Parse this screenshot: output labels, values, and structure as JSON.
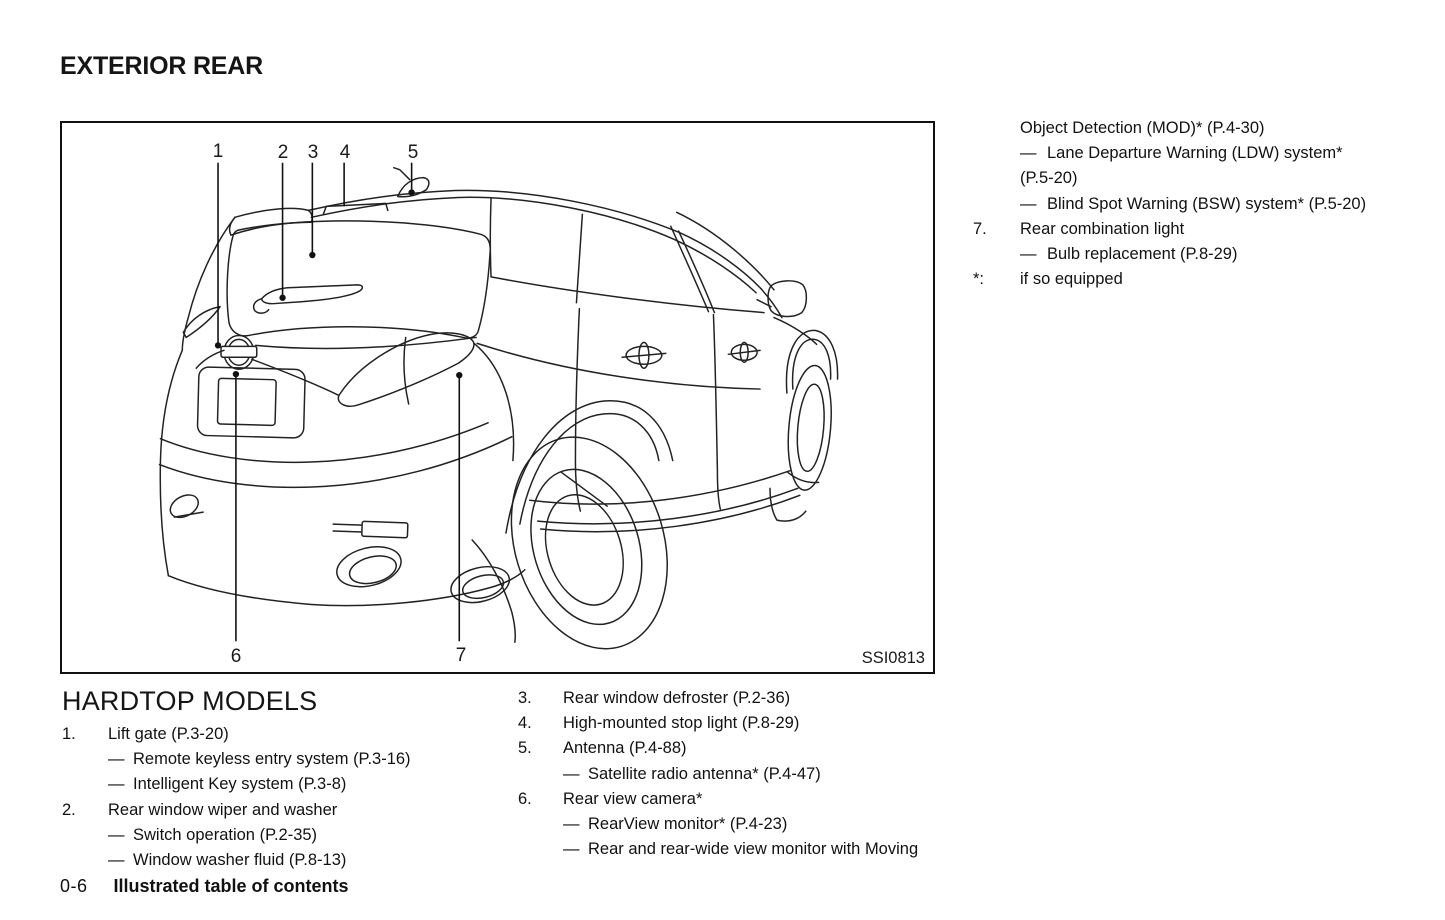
{
  "title": "EXTERIOR REAR",
  "diagram": {
    "figure_id": "SSI0813",
    "callouts": [
      {
        "label": "1"
      },
      {
        "label": "2"
      },
      {
        "label": "3"
      },
      {
        "label": "4"
      },
      {
        "label": "5"
      },
      {
        "label": "6"
      },
      {
        "label": "7"
      }
    ]
  },
  "right_column": {
    "lines": [
      {
        "marker": "",
        "text": "Object Detection (MOD)* (P.4-30)"
      },
      {
        "marker": "—",
        "text": "Lane Departure Warning (LDW) system*"
      },
      {
        "marker": "",
        "text": "(P.5-20)"
      },
      {
        "marker": "—",
        "text": "Blind Spot Warning (BSW) system* (P.5-20)"
      },
      {
        "marker": "7.",
        "text": "Rear combination light"
      },
      {
        "marker": "—",
        "text": "Bulb replacement (P.8-29)"
      },
      {
        "marker": "*:",
        "text": "if so equipped"
      }
    ]
  },
  "hardtop_section": {
    "heading": "HARDTOP MODELS",
    "left_lines": [
      {
        "marker": "1.",
        "text": "Lift gate (P.3-20)"
      },
      {
        "marker": "—",
        "text": "Remote keyless entry system (P.3-16)"
      },
      {
        "marker": "—",
        "text": "Intelligent Key system (P.3-8)"
      },
      {
        "marker": "2.",
        "text": "Rear window wiper and washer"
      },
      {
        "marker": "—",
        "text": "Switch operation (P.2-35)"
      },
      {
        "marker": "—",
        "text": "Window washer fluid (P.8-13)"
      }
    ],
    "middle_lines": [
      {
        "marker": "3.",
        "text": "Rear window defroster (P.2-36)"
      },
      {
        "marker": "4.",
        "text": "High-mounted stop light (P.8-29)"
      },
      {
        "marker": "5.",
        "text": "Antenna (P.4-88)"
      },
      {
        "marker": "—",
        "text": "Satellite radio antenna* (P.4-47)"
      },
      {
        "marker": "6.",
        "text": "Rear view camera*"
      },
      {
        "marker": "—",
        "text": "RearView monitor* (P.4-23)"
      },
      {
        "marker": "—",
        "text": "Rear and rear-wide view monitor with Moving"
      }
    ]
  },
  "footer": {
    "page_number": "0-6",
    "label": "Illustrated table of contents"
  }
}
